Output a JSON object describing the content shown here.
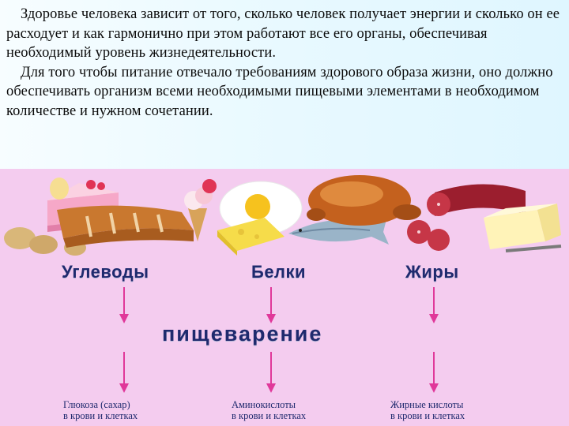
{
  "text": {
    "paragraph_1": "Здоровье человека зависит от того, сколько человек получает энергии и сколько он ее расходует и как гармонично при этом работают все его органы, обеспечивая необходимый уровень жизнедеятельности.",
    "paragraph_2": "Для того чтобы питание отвечало требованиям здорового образа жизни, оно должно обеспечивать организм всеми необходимыми пищевыми элементами в необходимом количестве и нужном сочетании."
  },
  "diagram": {
    "categories": {
      "carbs": "Углеводы",
      "proteins": "Белки",
      "fats": "Жиры"
    },
    "process": "пищеварение",
    "results": {
      "carbs_line1": "Глюкоза (сахар)",
      "carbs_line2": "в крови и клетках",
      "proteins_line1": "Аминокислоты",
      "proteins_line2": "в крови и клетках",
      "fats_line1": "Жирные кислоты",
      "fats_line2": "в крови и клетках"
    },
    "colors": {
      "background": "#f4ccef",
      "label": "#1f2a6e",
      "arrow": "#e0389a"
    }
  }
}
